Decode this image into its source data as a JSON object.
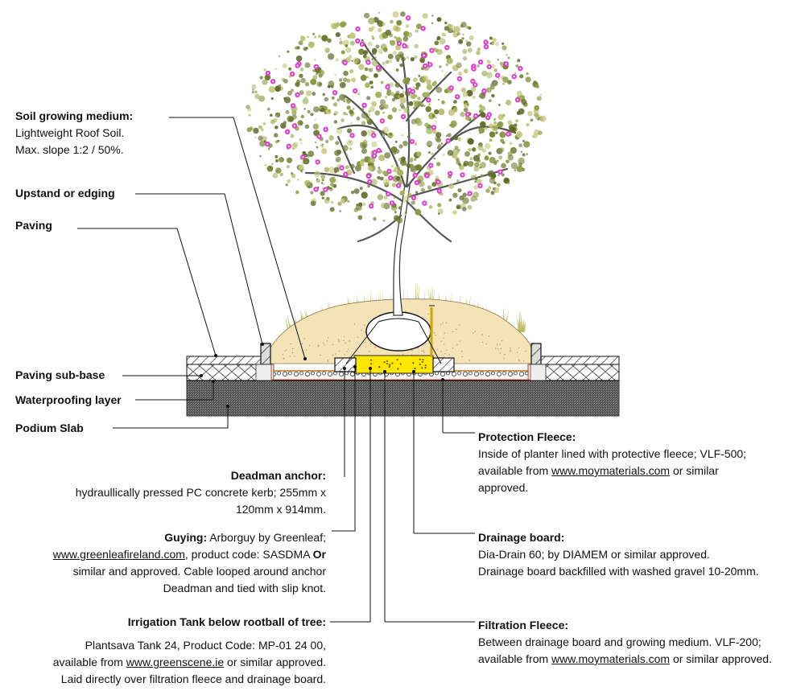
{
  "callouts": {
    "soil": {
      "title": "Soil growing medium:",
      "lines": [
        "Lightweight Roof Soil.",
        "Max. slope 1:2 / 50%."
      ]
    },
    "upstand": {
      "title": "Upstand or edging"
    },
    "paving": {
      "title": "Paving"
    },
    "subbase": {
      "title": "Paving sub-base"
    },
    "waterproofing": {
      "title": "Waterproofing layer"
    },
    "podium": {
      "title": "Podium Slab"
    },
    "deadman": {
      "title": "Deadman anchor:",
      "lines": [
        "hydraullically pressed PC concrete kerb; 255mm x",
        "120mm x 914mm."
      ]
    },
    "guying": {
      "title": "Guying:",
      "l1_rest": " Arborguy by Greenleaf;",
      "l2_link": "www.greenleafireland.com",
      "l2_mid": ", product code: SASDMA ",
      "l2_bold": "Or",
      "l3": "similar and approved.  Cable looped around anchor",
      "l4": "Deadman and tied with slip knot."
    },
    "irrigation": {
      "title": "Irrigation Tank below rootball of tree:",
      "l1": "Plantsava Tank 24, Product Code: MP-01 24 00,",
      "l2_pre": "available from ",
      "l2_link": "www.greenscene.ie",
      "l2_post": " or similar approved.",
      "l3": "Laid directly over filtration fleece and drainage board."
    },
    "protection": {
      "title": "Protection Fleece:",
      "l1": "Inside of planter lined with protective fleece; VLF-500;",
      "l2_pre": "available from ",
      "l2_link": "www.moymaterials.com",
      "l2_post": " or similar",
      "l3": "approved."
    },
    "drainage": {
      "title": "Drainage board:",
      "l1": "Dia-Drain 60; by DIAMEM or similar approved.",
      "l2": "Drainage board backfilled with washed gravel 10-20mm."
    },
    "filtration": {
      "title": "Filtration Fleece:",
      "l1": "Between drainage board and growing medium. VLF-200;",
      "l2_pre": "available from ",
      "l2_link": "www.moymaterials.com",
      "l2_post": " or similar approved."
    }
  },
  "colors": {
    "soil": "#f3e3b6",
    "grass": "#b7ba5e",
    "foliage": "#8c9a42",
    "blossom": "#e23fcf",
    "tank": "#ffe600",
    "slab": "#6e6e6e"
  }
}
